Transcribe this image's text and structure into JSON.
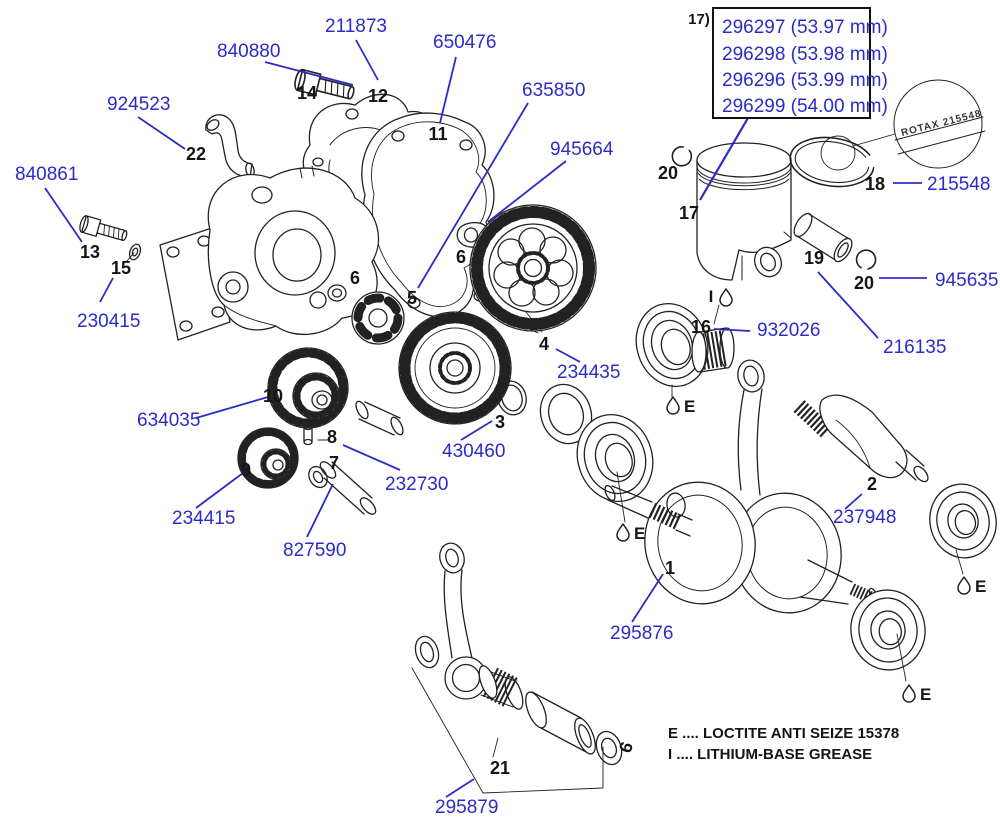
{
  "title": "Rotax engine crankshaft and crankcase exploded parts diagram",
  "colors": {
    "label_blue": "#2b2bc8",
    "line_black": "#222222",
    "background": "#ffffff"
  },
  "piston_size_box": {
    "callout": "17)",
    "sizes": [
      "296297 (53.97 mm)",
      "296298 (53.98 mm)",
      "296296 (53.99 mm)",
      "296299 (54.00 mm)"
    ]
  },
  "stamp_text": "ROTAX 215548",
  "legend": {
    "e": "E .... LOCTITE ANTI SEIZE 15378",
    "i": "I .... LITHIUM-BASE GREASE"
  },
  "marks": {
    "i": "I",
    "e": "E"
  },
  "labels": [
    "840880",
    "211873",
    "650476",
    "924523",
    "635850",
    "945664",
    "840861",
    "230415",
    "215548",
    "945635",
    "216135",
    "932026",
    "234435",
    "430460",
    "634035",
    "232730",
    "234415",
    "827590",
    "237948",
    "295876",
    "295879"
  ],
  "callouts": [
    "14",
    "12",
    "11",
    "22",
    "13",
    "15",
    "6",
    "5",
    "6",
    "4",
    "3",
    "10",
    "8",
    "9",
    "7",
    "16",
    "17",
    "18",
    "19",
    "20",
    "20",
    "2",
    "1",
    "21",
    "6",
    "17)"
  ]
}
